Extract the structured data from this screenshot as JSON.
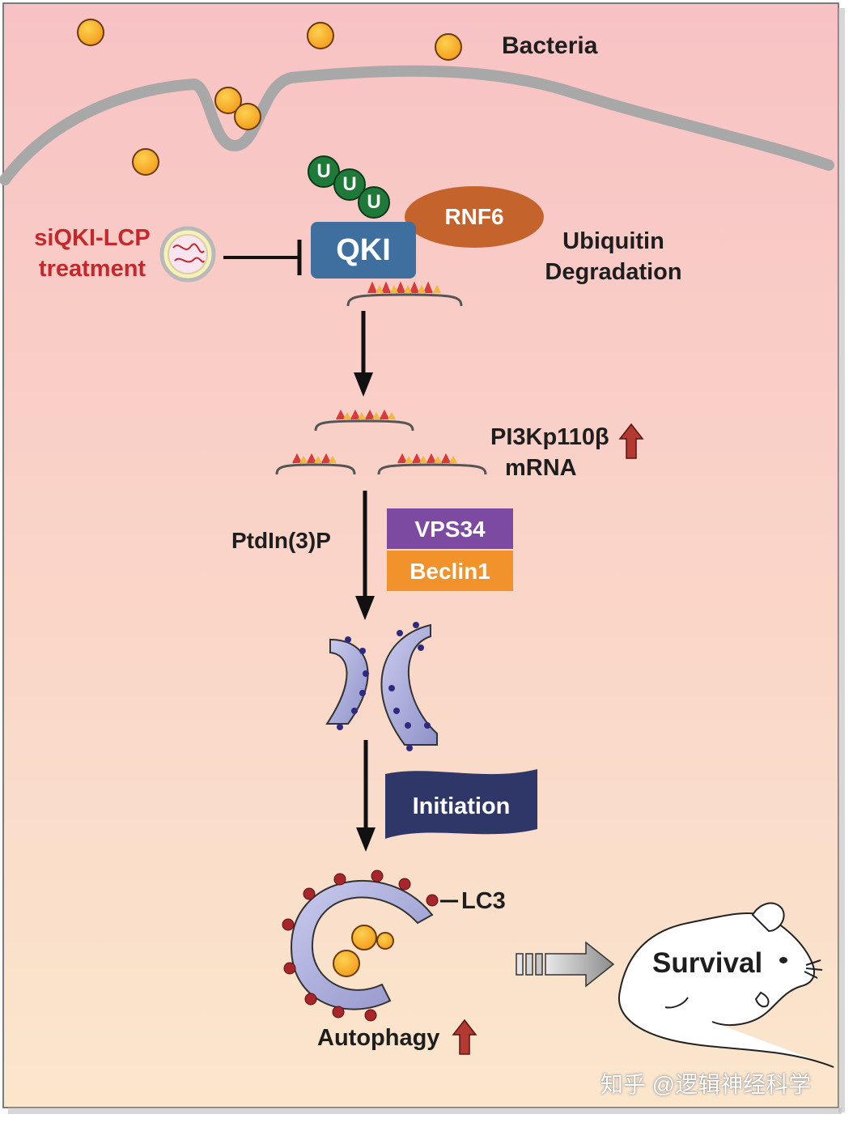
{
  "diagram": {
    "labels": {
      "bacteria": "Bacteria",
      "rnf6": "RNF6",
      "qki": "QKI",
      "ubiquitin": "U",
      "ubiquitin_degradation_line1": "Ubiquitin",
      "ubiquitin_degradation_line2": "Degradation",
      "treatment_line1": "siQKI-LCP",
      "treatment_line2": "treatment",
      "pi3k_line1": "PI3Kp110β",
      "pi3k_line2": "mRNA",
      "ptdins": "PtdIn(3)P",
      "vps34": "VPS34",
      "beclin1": "Beclin1",
      "initiation": "Initiation",
      "lc3": "LC3",
      "autophagy": "Autophagy",
      "survival": "Survival"
    },
    "watermark": "知乎 @逻辑神经科学",
    "colors": {
      "background_top": "#f8c3c3",
      "background_bottom": "#fbe4c8",
      "bacteria": "#f6a521",
      "qki": "#3f6f9f",
      "rnf6": "#c5632c",
      "ubiquitin": "#1f7a3a",
      "vps34": "#7d4aa1",
      "beclin1": "#f2922a",
      "initiation_banner": "#2f3768",
      "membrane": "#a7a9d8",
      "inhibit_accent": "#c5282a",
      "up_arrow": "#b23a30"
    },
    "icons": [
      "liposome-icon",
      "up-arrow-icon",
      "mouse-icon",
      "gradient-arrow-icon"
    ]
  }
}
